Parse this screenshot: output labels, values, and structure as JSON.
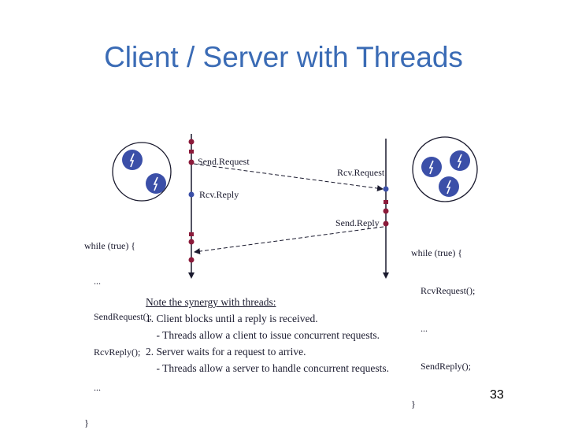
{
  "slide": {
    "title": "Client / Server with Threads",
    "page_number": "33"
  },
  "diagram": {
    "labels": {
      "send_request": "Send.Request",
      "rcv_reply": "Rcv.Reply",
      "rcv_request": "Rcv.Request",
      "send_reply": "Send.Reply"
    },
    "client_code": [
      "while (true) {",
      "    ...",
      "    SendRequest();",
      "    RcvReply();",
      "    ...",
      "}"
    ],
    "server_code": [
      "while (true) {",
      "    RcvRequest();",
      "    ...",
      "    SendReply();",
      "}"
    ]
  },
  "note": {
    "heading": "Note the synergy with threads:",
    "lines": [
      "1. Client blocks until a reply is received.",
      "    - Threads allow a client to issue concurrent requests.",
      "2. Server waits for a request to arrive.",
      "    - Threads allow a server to handle concurrent requests."
    ]
  },
  "colors": {
    "title": "#3a6bb5",
    "timeline": "#1a1a2e",
    "block_marker": "#8b1a3a",
    "thread_fill": "#3b4fa8"
  }
}
